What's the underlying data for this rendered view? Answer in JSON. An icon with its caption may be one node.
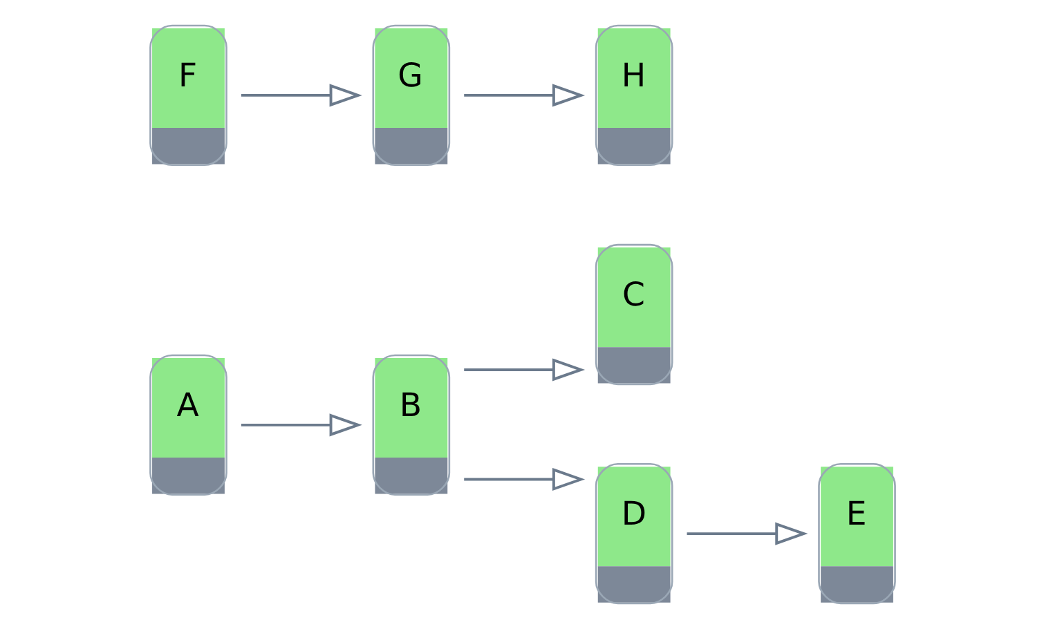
{
  "diagram": {
    "nodes": [
      {
        "text": [
          "A"
        ]
      },
      {
        "text": [
          "B"
        ]
      },
      {
        "text": [
          "C"
        ]
      },
      {
        "text": [
          "D"
        ]
      },
      {
        "text": [
          "E"
        ]
      },
      {
        "text": [
          "F"
        ]
      },
      {
        "text": [
          "G"
        ]
      },
      {
        "text": [
          "H"
        ]
      }
    ],
    "edges": [
      {
        "from": 0,
        "to": 1,
        "arrow": "to"
      },
      {
        "from": 1,
        "to": 2,
        "arrow": "to"
      },
      {
        "from": 1,
        "to": 3,
        "arrow": "to"
      },
      {
        "from": 3,
        "to": 4,
        "arrow": "to"
      },
      {
        "from": 5,
        "to": 6,
        "arrow": "to"
      },
      {
        "from": 6,
        "to": 7,
        "arrow": "to"
      }
    ]
  }
}
